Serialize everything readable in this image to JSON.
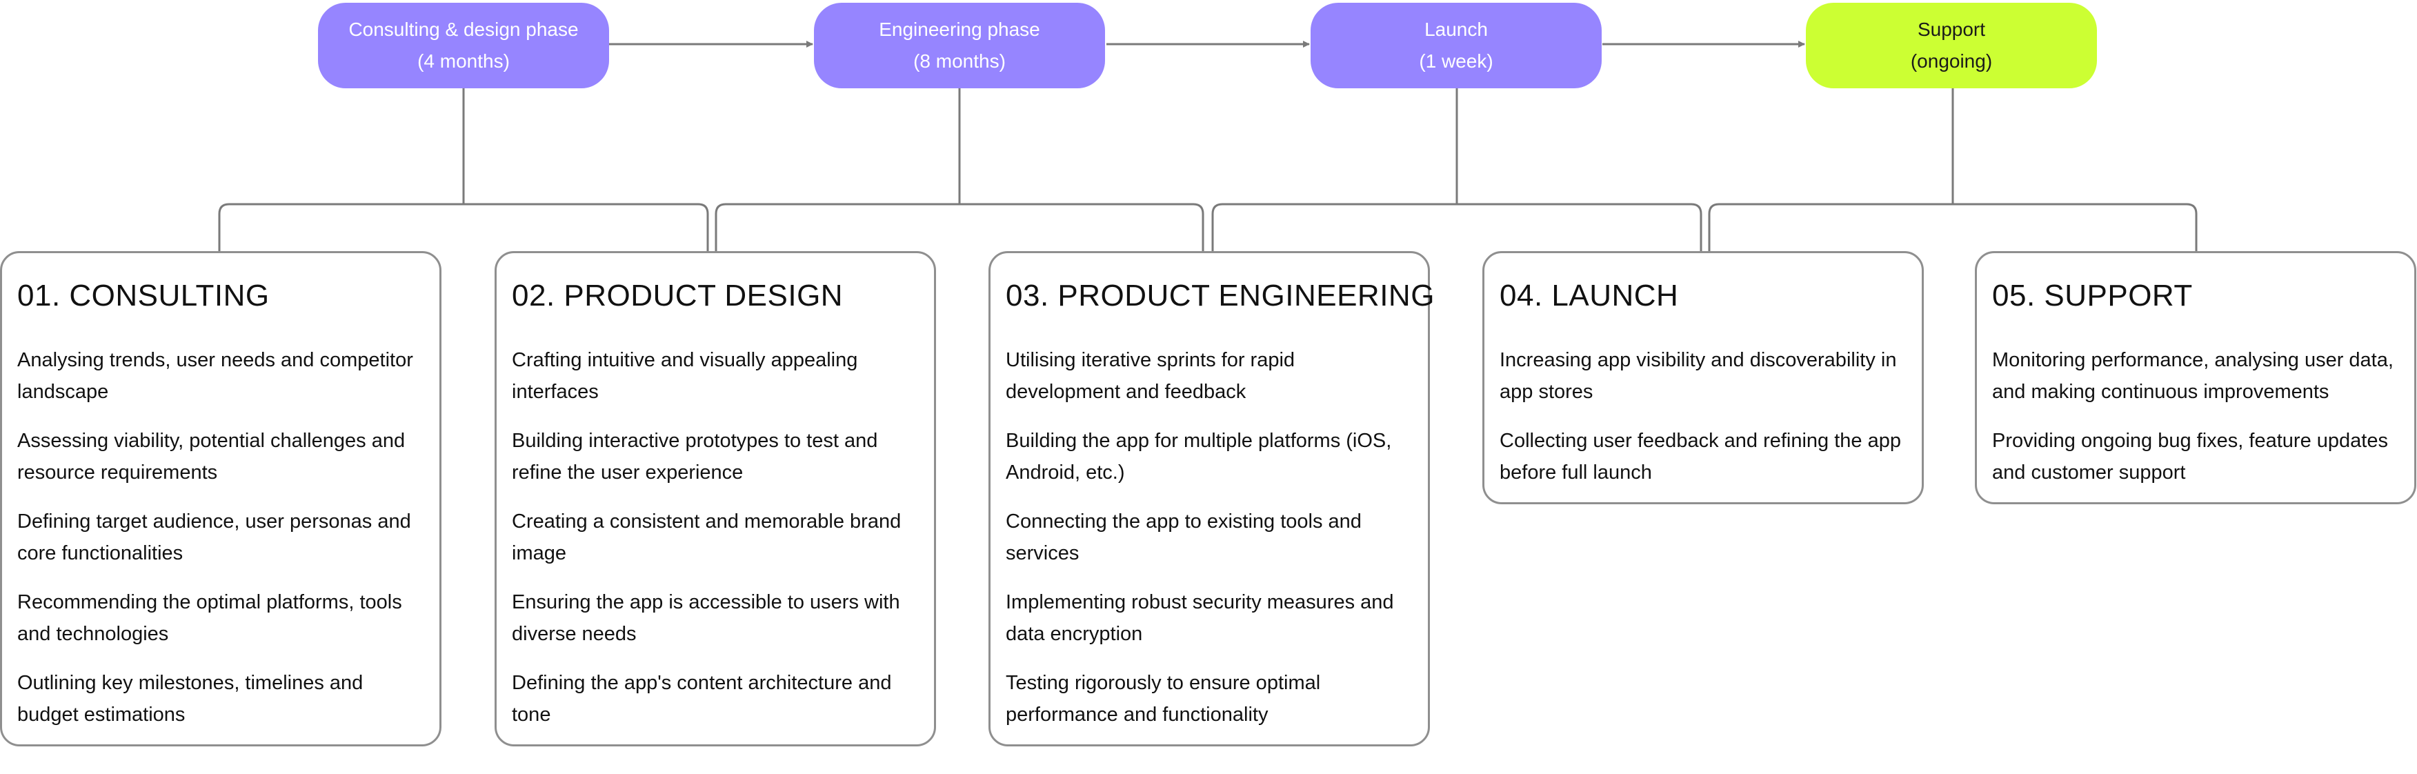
{
  "phases": [
    {
      "name": "Consulting & design phase",
      "duration": "(4 months)",
      "color": "#9685ff"
    },
    {
      "name": "Engineering phase",
      "duration": "(8 months)",
      "color": "#9685ff"
    },
    {
      "name": "Launch",
      "duration": "(1 week)",
      "color": "#9685ff"
    },
    {
      "name": "Support",
      "duration": "(ongoing)",
      "color": "#ccff33"
    }
  ],
  "cards": [
    {
      "title": "01. CONSULTING",
      "items": [
        "Analysing trends, user needs and competitor landscape",
        "Assessing viability, potential challenges and resource requirements",
        "Defining target audience, user personas and core functionalities",
        "Recommending the optimal platforms, tools and technologies",
        "Outlining key milestones, timelines and budget estimations"
      ]
    },
    {
      "title": "02. PRODUCT DESIGN",
      "items": [
        "Crafting intuitive and visually appealing interfaces",
        "Building interactive prototypes to test and refine the user experience",
        "Creating a consistent and memorable brand image",
        "Ensuring the app is accessible to users with diverse needs",
        "Defining the app's content architecture and tone"
      ]
    },
    {
      "title": "03. PRODUCT ENGINEERING",
      "items": [
        "Utilising iterative sprints for rapid development and feedback",
        "Building the app for multiple platforms (iOS, Android, etc.)",
        "Connecting the app to existing tools and services",
        "Implementing robust security measures and data encryption",
        "Testing rigorously to ensure optimal performance and functionality"
      ]
    },
    {
      "title": "04. LAUNCH",
      "items": [
        "Increasing app visibility and discoverability in app stores",
        "Collecting user feedback and refining the app before full launch"
      ]
    },
    {
      "title": "05. SUPPORT",
      "items": [
        "Monitoring performance, analysing user data, and making continuous improvements",
        "Providing ongoing bug fixes, feature updates and customer support"
      ]
    }
  ]
}
